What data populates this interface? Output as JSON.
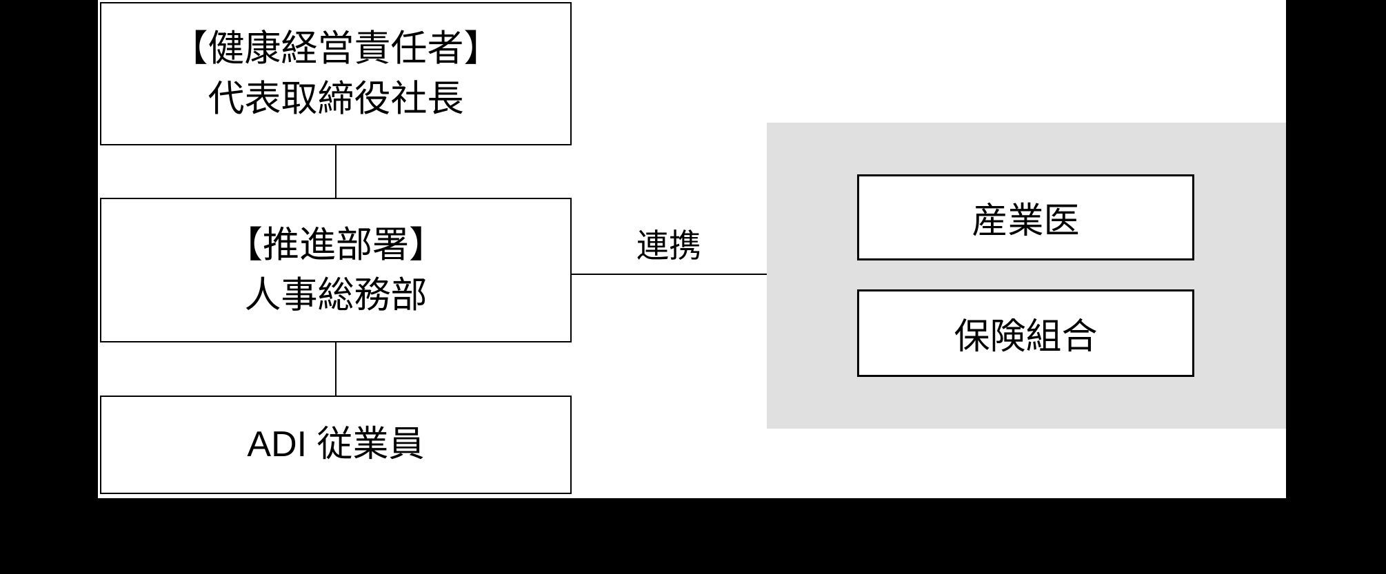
{
  "colors": {
    "background": "#000000",
    "page": "#ffffff",
    "panel": "#e0e0e0",
    "line": "#000000",
    "text": "#000000"
  },
  "org_chart": {
    "health_officer_box": {
      "line1": "【健康経営責任者】",
      "line2": "代表取締役社長"
    },
    "promotion_dept_box": {
      "line1": "【推進部署】",
      "line2": "人事総務部"
    },
    "employees_box": {
      "label": "ADI 従業員"
    },
    "link_label": "連携",
    "external_partners": [
      {
        "label": "産業医"
      },
      {
        "label": "保険組合"
      }
    ]
  }
}
